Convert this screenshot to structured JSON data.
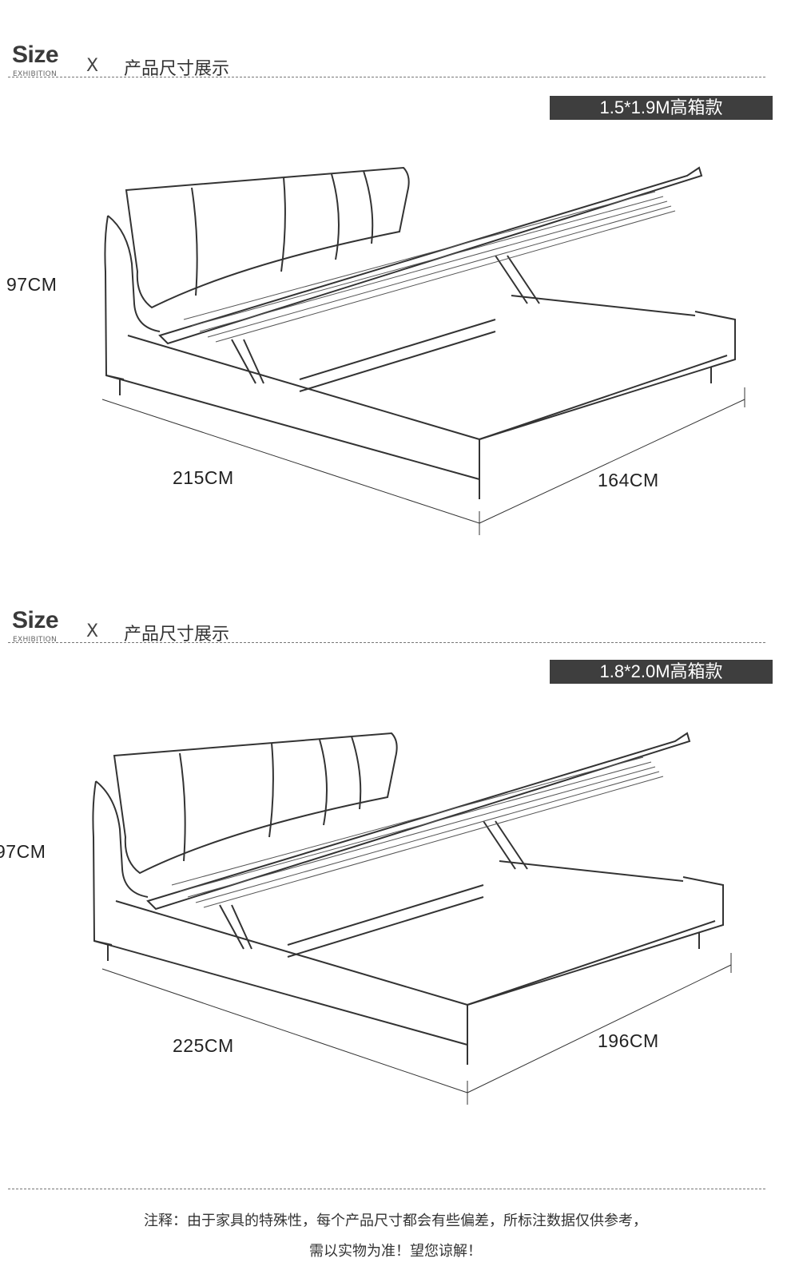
{
  "sections": [
    {
      "header": {
        "size": "Size",
        "sub": "EXHIBITION",
        "x": "X",
        "title": "产品尺寸展示"
      },
      "badge": "1.5*1.9M高箱款",
      "dimensions": {
        "height": "97CM",
        "length": "215CM",
        "width": "164CM"
      }
    },
    {
      "header": {
        "size": "Size",
        "sub": "EXHIBITION",
        "x": "X",
        "title": "产品尺寸展示"
      },
      "badge": "1.8*2.0M高箱款",
      "dimensions": {
        "height": "97CM",
        "length": "225CM",
        "width": "196CM"
      }
    }
  ],
  "note": {
    "line1": "注释：由于家具的特殊性，每个产品尺寸都会有些偏差，所标注数据仅供参考，",
    "line2": "需以实物为准！望您谅解！"
  }
}
